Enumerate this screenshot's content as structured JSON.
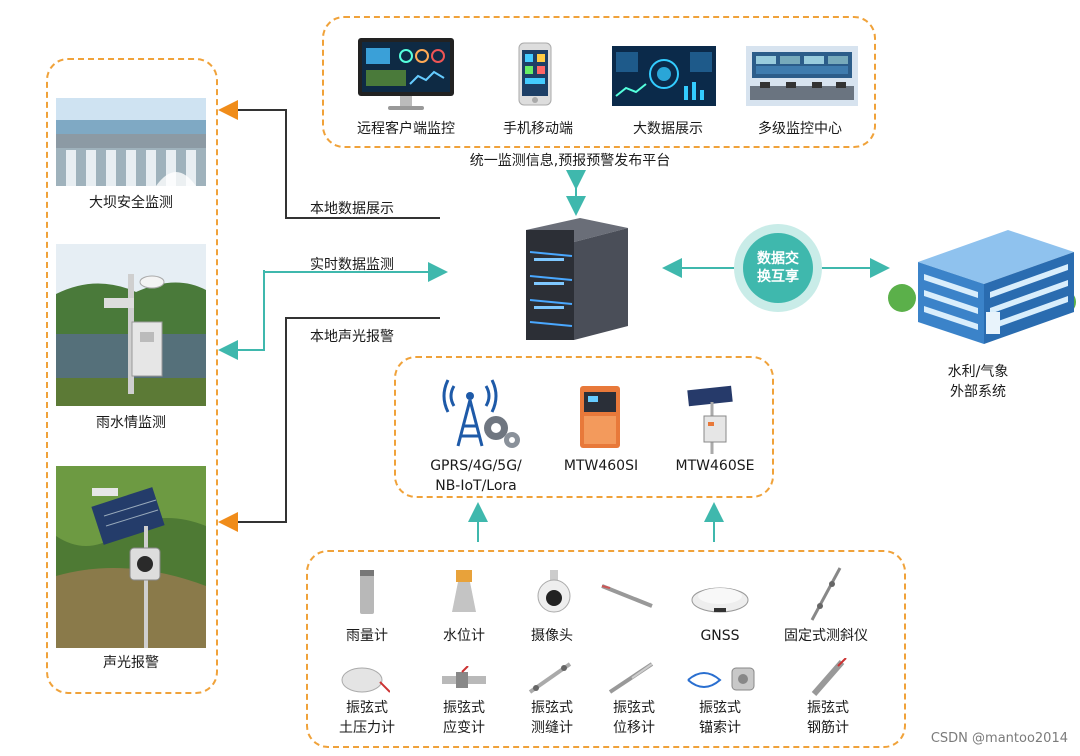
{
  "platform": {
    "clients": [
      {
        "label": "远程客户端监控"
      },
      {
        "label": "手机移动端"
      },
      {
        "label": "大数据展示"
      },
      {
        "label": "多级监控中心"
      }
    ],
    "caption": "统一监测信息,预报预警发布平台"
  },
  "left_panel": {
    "items": [
      {
        "label": "大坝安全监测"
      },
      {
        "label": "雨水情监测"
      },
      {
        "label": "声光报警"
      }
    ]
  },
  "flows": {
    "local_display": "本地数据展示",
    "realtime": "实时数据监测",
    "alarm": "本地声光报警"
  },
  "exchange": {
    "line1": "数据交",
    "line2": "换互享",
    "external_line1": "水利/气象",
    "external_line2": "外部系统"
  },
  "comm": {
    "items": [
      {
        "line1": "GPRS/4G/5G/",
        "line2": "NB-IoT/Lora"
      },
      {
        "line1": "MTW460SI",
        "line2": ""
      },
      {
        "line1": "MTW460SE",
        "line2": ""
      }
    ]
  },
  "sensors": {
    "row1": [
      {
        "line1": "雨量计",
        "line2": ""
      },
      {
        "line1": "水位计",
        "line2": ""
      },
      {
        "line1": "摄像头",
        "line2": ""
      },
      {
        "line1": "",
        "line2": ""
      },
      {
        "line1": "GNSS",
        "line2": ""
      },
      {
        "line1": "固定式测斜仪",
        "line2": ""
      }
    ],
    "row2": [
      {
        "line1": "振弦式",
        "line2": "土压力计"
      },
      {
        "line1": "振弦式",
        "line2": "应变计"
      },
      {
        "line1": "振弦式",
        "line2": "测缝计"
      },
      {
        "line1": "振弦式",
        "line2": "位移计"
      },
      {
        "line1": "振弦式",
        "line2": "锚索计"
      },
      {
        "line1": "振弦式",
        "line2": "钢筋计"
      }
    ]
  },
  "watermark": "CSDN @mantoo2014",
  "colors": {
    "dash": "#f0a23a",
    "teal": "#3fb8ad",
    "arrow_orange": "#f08c1a"
  }
}
